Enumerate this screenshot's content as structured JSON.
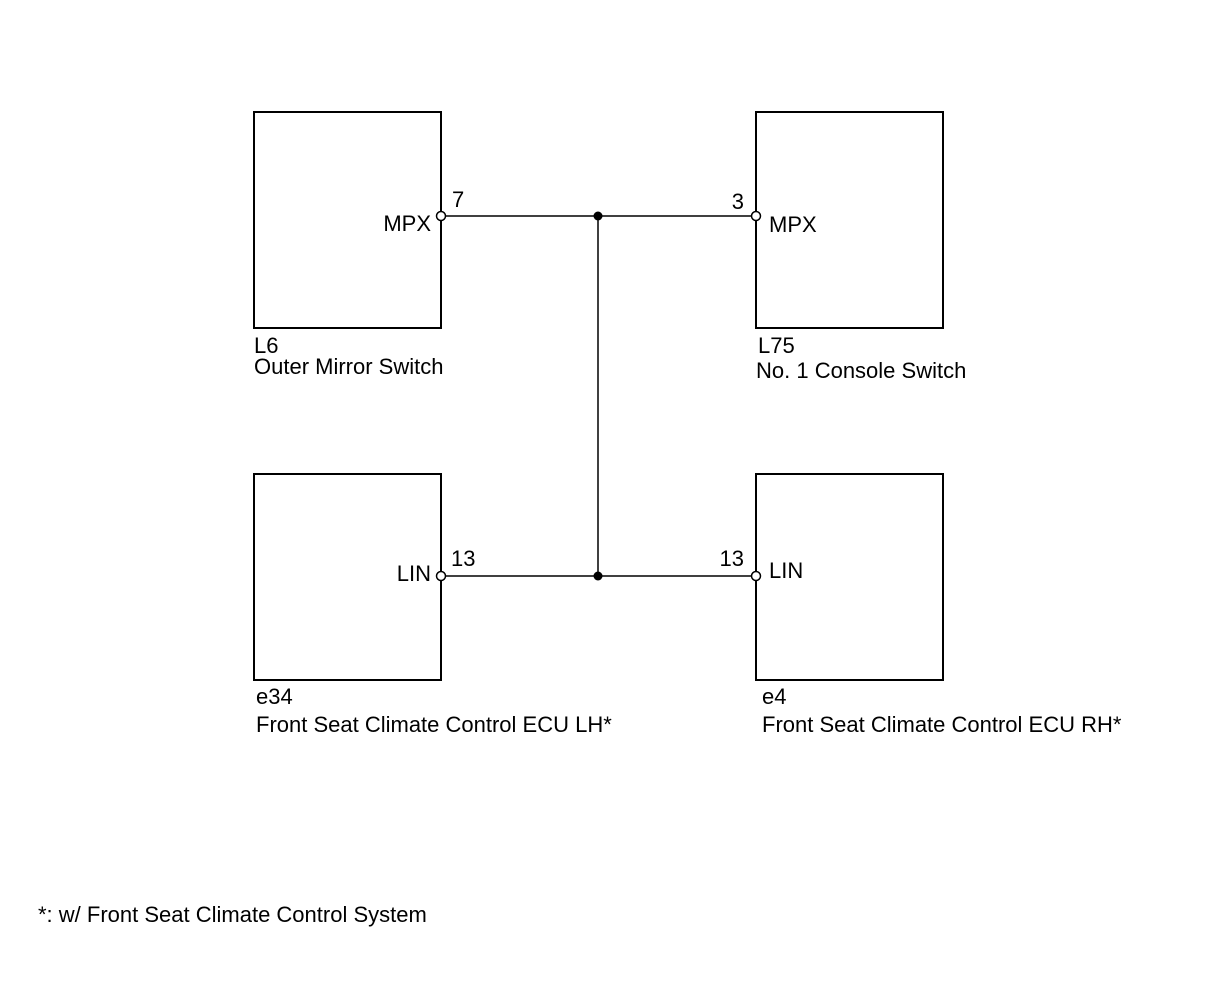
{
  "components": {
    "outer_mirror_switch": {
      "code": "L6",
      "name": "Outer Mirror Switch",
      "pin": "7",
      "terminal": "MPX"
    },
    "console_switch": {
      "code": "L75",
      "name": "No. 1 Console Switch",
      "pin": "3",
      "terminal": "MPX"
    },
    "seat_ecu_lh": {
      "code": "e34",
      "name": "Front Seat Climate Control ECU LH*",
      "pin": "13",
      "terminal": "LIN"
    },
    "seat_ecu_rh": {
      "code": "e4",
      "name": "Front Seat Climate Control ECU RH*",
      "pin": "13",
      "terminal": "LIN"
    }
  },
  "footnote": "*: w/ Front Seat Climate Control System"
}
